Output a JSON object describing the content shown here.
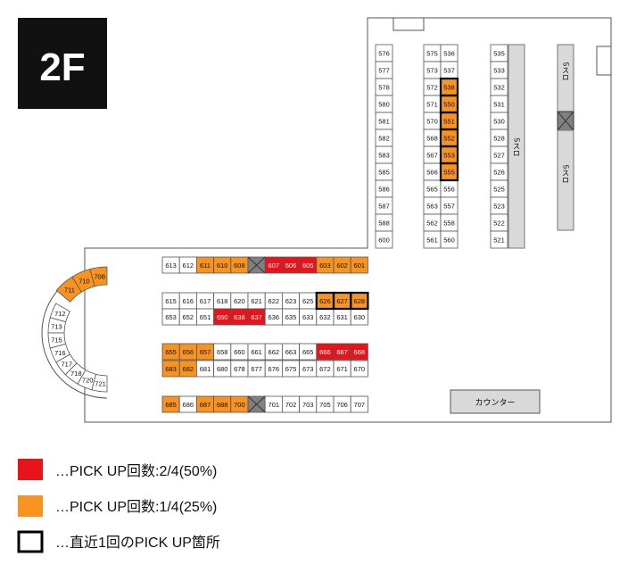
{
  "floor_label": "2F",
  "counter_label": "カウンター",
  "slot_zone_label_a": "5スロ",
  "slot_zone_label_b": "5スロ",
  "slot_zone_label_c": "5スロ",
  "colors": {
    "red": "#e8141c",
    "orange": "#f7931e",
    "white": "#ffffff",
    "blocked": "#808080",
    "zone_gray": "#d9d9d9",
    "line": "#555555"
  },
  "legend": [
    {
      "swatch": "red",
      "text": "…PICK UP回数:2/4(50%)"
    },
    {
      "swatch": "orange",
      "text": "…PICK UP回数:1/4(25%)"
    },
    {
      "swatch": "outline",
      "text": "…直近1回のPICK UP箇所"
    }
  ],
  "columns": {
    "c1": [
      {
        "n": "576",
        "c": "w"
      },
      {
        "n": "577",
        "c": "w"
      },
      {
        "n": "578",
        "c": "w"
      },
      {
        "n": "580",
        "c": "w"
      },
      {
        "n": "581",
        "c": "w"
      },
      {
        "n": "582",
        "c": "w"
      },
      {
        "n": "583",
        "c": "w"
      },
      {
        "n": "585",
        "c": "w"
      },
      {
        "n": "586",
        "c": "w"
      },
      {
        "n": "587",
        "c": "w"
      },
      {
        "n": "588",
        "c": "w"
      },
      {
        "n": "600",
        "c": "w"
      }
    ],
    "c2": [
      {
        "n": "575",
        "c": "w"
      },
      {
        "n": "573",
        "c": "w"
      },
      {
        "n": "572",
        "c": "w"
      },
      {
        "n": "571",
        "c": "w"
      },
      {
        "n": "570",
        "c": "w"
      },
      {
        "n": "568",
        "c": "w"
      },
      {
        "n": "567",
        "c": "w"
      },
      {
        "n": "566",
        "c": "w"
      },
      {
        "n": "565",
        "c": "w"
      },
      {
        "n": "563",
        "c": "w"
      },
      {
        "n": "562",
        "c": "w"
      },
      {
        "n": "561",
        "c": "w"
      }
    ],
    "c3": [
      {
        "n": "536",
        "c": "w"
      },
      {
        "n": "537",
        "c": "w"
      },
      {
        "n": "538",
        "c": "o",
        "b": true
      },
      {
        "n": "550",
        "c": "o",
        "b": true
      },
      {
        "n": "551",
        "c": "o",
        "b": true
      },
      {
        "n": "552",
        "c": "o",
        "b": true
      },
      {
        "n": "553",
        "c": "o",
        "b": true
      },
      {
        "n": "555",
        "c": "o",
        "b": true
      },
      {
        "n": "556",
        "c": "w"
      },
      {
        "n": "557",
        "c": "w"
      },
      {
        "n": "558",
        "c": "w"
      },
      {
        "n": "560",
        "c": "w"
      }
    ],
    "c4": [
      {
        "n": "535",
        "c": "w"
      },
      {
        "n": "533",
        "c": "w"
      },
      {
        "n": "532",
        "c": "w"
      },
      {
        "n": "531",
        "c": "w"
      },
      {
        "n": "530",
        "c": "w"
      },
      {
        "n": "528",
        "c": "w"
      },
      {
        "n": "527",
        "c": "w"
      },
      {
        "n": "526",
        "c": "w"
      },
      {
        "n": "525",
        "c": "w"
      },
      {
        "n": "523",
        "c": "w"
      },
      {
        "n": "522",
        "c": "w"
      },
      {
        "n": "521",
        "c": "w"
      }
    ]
  },
  "rows": {
    "r1": [
      {
        "n": "613",
        "c": "w"
      },
      {
        "n": "612",
        "c": "w"
      },
      {
        "n": "611",
        "c": "o"
      },
      {
        "n": "610",
        "c": "o"
      },
      {
        "n": "608",
        "c": "o"
      },
      {
        "n": "",
        "c": "x"
      },
      {
        "n": "607",
        "c": "r"
      },
      {
        "n": "606",
        "c": "r"
      },
      {
        "n": "605",
        "c": "r"
      },
      {
        "n": "603",
        "c": "o"
      },
      {
        "n": "602",
        "c": "o"
      },
      {
        "n": "601",
        "c": "o"
      }
    ],
    "r2": [
      {
        "n": "615",
        "c": "w"
      },
      {
        "n": "616",
        "c": "w"
      },
      {
        "n": "617",
        "c": "w"
      },
      {
        "n": "618",
        "c": "w"
      },
      {
        "n": "620",
        "c": "w"
      },
      {
        "n": "621",
        "c": "w"
      },
      {
        "n": "622",
        "c": "w"
      },
      {
        "n": "623",
        "c": "w"
      },
      {
        "n": "625",
        "c": "w"
      },
      {
        "n": "626",
        "c": "o",
        "b": true
      },
      {
        "n": "627",
        "c": "o",
        "b": true
      },
      {
        "n": "628",
        "c": "o",
        "b": true
      }
    ],
    "r3": [
      {
        "n": "653",
        "c": "w"
      },
      {
        "n": "652",
        "c": "w"
      },
      {
        "n": "651",
        "c": "w"
      },
      {
        "n": "650",
        "c": "r"
      },
      {
        "n": "638",
        "c": "r"
      },
      {
        "n": "637",
        "c": "r"
      },
      {
        "n": "636",
        "c": "w"
      },
      {
        "n": "635",
        "c": "w"
      },
      {
        "n": "633",
        "c": "w"
      },
      {
        "n": "632",
        "c": "w"
      },
      {
        "n": "631",
        "c": "w"
      },
      {
        "n": "630",
        "c": "w"
      }
    ],
    "r4": [
      {
        "n": "655",
        "c": "o"
      },
      {
        "n": "656",
        "c": "o"
      },
      {
        "n": "657",
        "c": "o"
      },
      {
        "n": "658",
        "c": "w"
      },
      {
        "n": "660",
        "c": "w"
      },
      {
        "n": "661",
        "c": "w"
      },
      {
        "n": "662",
        "c": "w"
      },
      {
        "n": "663",
        "c": "w"
      },
      {
        "n": "665",
        "c": "w"
      },
      {
        "n": "666",
        "c": "r"
      },
      {
        "n": "667",
        "c": "r"
      },
      {
        "n": "668",
        "c": "r"
      }
    ],
    "r5": [
      {
        "n": "683",
        "c": "o"
      },
      {
        "n": "682",
        "c": "o"
      },
      {
        "n": "681",
        "c": "w"
      },
      {
        "n": "680",
        "c": "w"
      },
      {
        "n": "678",
        "c": "w"
      },
      {
        "n": "677",
        "c": "w"
      },
      {
        "n": "676",
        "c": "w"
      },
      {
        "n": "675",
        "c": "w"
      },
      {
        "n": "673",
        "c": "w"
      },
      {
        "n": "672",
        "c": "w"
      },
      {
        "n": "671",
        "c": "w"
      },
      {
        "n": "670",
        "c": "w"
      }
    ],
    "r6": [
      {
        "n": "685",
        "c": "o"
      },
      {
        "n": "686",
        "c": "w"
      },
      {
        "n": "687",
        "c": "o"
      },
      {
        "n": "688",
        "c": "o"
      },
      {
        "n": "700",
        "c": "o"
      },
      {
        "n": "",
        "c": "x"
      },
      {
        "n": "701",
        "c": "w"
      },
      {
        "n": "702",
        "c": "w"
      },
      {
        "n": "703",
        "c": "w"
      },
      {
        "n": "705",
        "c": "w"
      },
      {
        "n": "706",
        "c": "w"
      },
      {
        "n": "707",
        "c": "w"
      }
    ]
  },
  "arc_outer": [
    {
      "n": "708",
      "c": "o"
    },
    {
      "n": "710",
      "c": "o"
    },
    {
      "n": "711",
      "c": "o"
    }
  ],
  "arc_inner": [
    {
      "n": "712",
      "c": "w"
    },
    {
      "n": "713",
      "c": "w"
    },
    {
      "n": "715",
      "c": "w"
    },
    {
      "n": "716",
      "c": "w"
    },
    {
      "n": "717",
      "c": "w"
    },
    {
      "n": "718",
      "c": "w"
    },
    {
      "n": "720",
      "c": "w"
    },
    {
      "n": "721",
      "c": "w"
    }
  ]
}
